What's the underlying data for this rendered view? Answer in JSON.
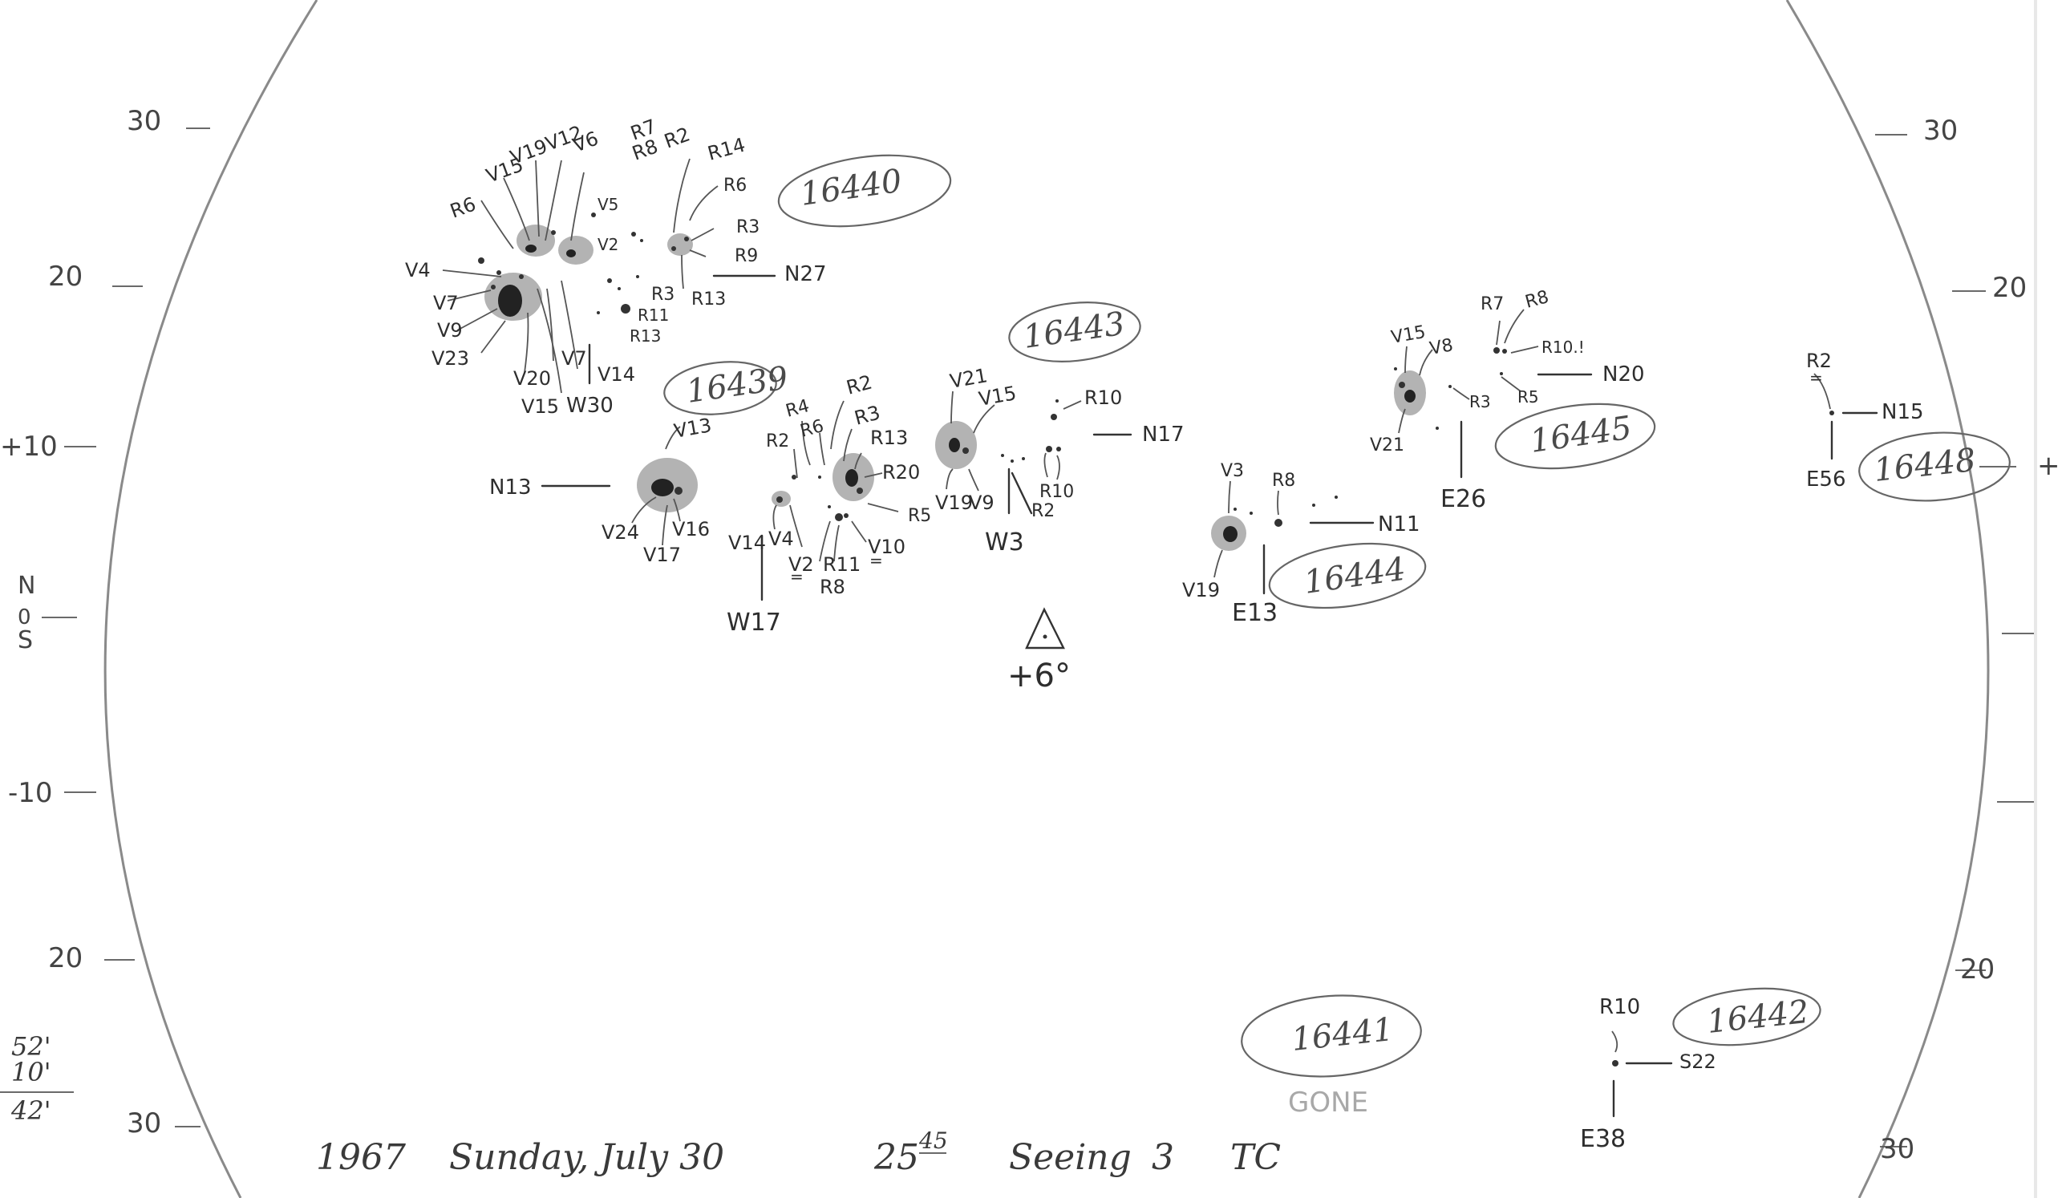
{
  "footer": {
    "year": "1967",
    "date": "Sunday, July 30",
    "time_hours": "25",
    "time_minutes": "45",
    "seeing_label": "Seeing",
    "seeing_value": "3",
    "observer": "TC",
    "margin_numbers": [
      "52'",
      "10'",
      "42'"
    ]
  },
  "grid_labels": {
    "left": [
      "30",
      "20",
      "+10",
      "-10",
      "20",
      "30"
    ],
    "left_axis_ns": [
      "N",
      "0",
      "S"
    ],
    "right": [
      "30",
      "20",
      "+",
      "20",
      "30"
    ]
  },
  "orientation": {
    "symbol": "△",
    "angle": "+6°"
  },
  "regions": [
    {
      "number": "16440",
      "labels": [
        "R6",
        "V15",
        "V19",
        "V12",
        "V6",
        "R7",
        "R8",
        "R2",
        "R14",
        "R6",
        "V5",
        "V2",
        "R3",
        "R9",
        "R3",
        "R11",
        "R13",
        "R13",
        "V4",
        "V7",
        "V9",
        "V23",
        "V20",
        "V7",
        "V14",
        "V15",
        "W30"
      ],
      "lat": "N27"
    },
    {
      "number": "16439",
      "labels": [
        "V13",
        "V24",
        "V16",
        "V17"
      ],
      "lat": "N13"
    },
    {
      "number": "",
      "labels": [
        "R4",
        "R2",
        "R6",
        "R2",
        "R3",
        "R13",
        "R20",
        "R5",
        "V14",
        "V4",
        "V2",
        "R11",
        "R8",
        "V10"
      ],
      "lon": "W17"
    },
    {
      "number": "16443",
      "labels": [
        "V21",
        "V15",
        "R10",
        "V19",
        "V9",
        "R10",
        "R2"
      ],
      "lat": "N17",
      "lon": "W3"
    },
    {
      "number": "16444",
      "labels": [
        "V3",
        "R8",
        "V19"
      ],
      "lat": "N11",
      "lon": "E13"
    },
    {
      "number": "16445",
      "labels": [
        "V15",
        "V8",
        "R7",
        "R8",
        "R10.!",
        "R3",
        "R5",
        "V21"
      ],
      "lat": "N20",
      "lon": "E26"
    },
    {
      "number": "16448",
      "labels": [
        "R2"
      ],
      "lat": "N15",
      "lon": "E56"
    },
    {
      "number": "16442",
      "labels": [
        "R10"
      ],
      "lat": "S22",
      "lon": "E38"
    },
    {
      "number": "16441",
      "status": "GONE"
    }
  ]
}
